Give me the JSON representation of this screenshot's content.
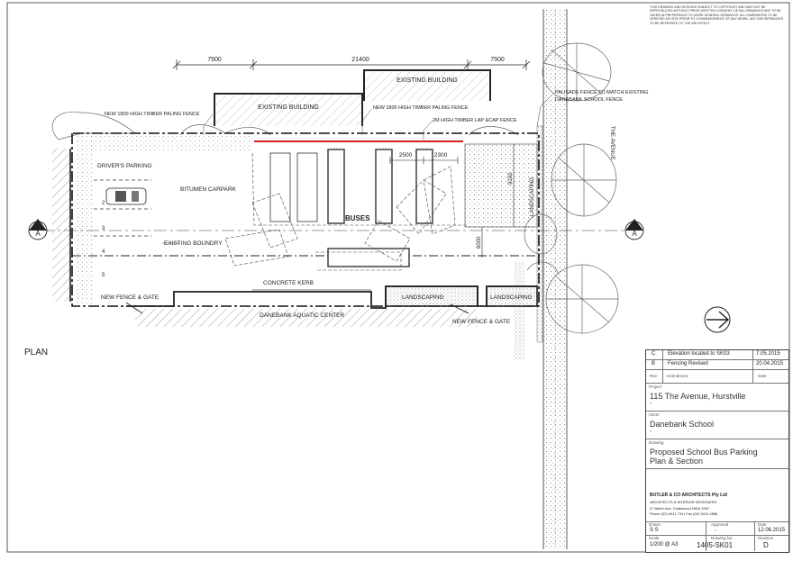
{
  "plan_label": "PLAN",
  "disclaimer": "THIS DRAWING AND DESIGNS SUBJECT TO COPYRIGHT AND MAY NOT BE REPRODUCED WITHOUT PRIOR WRITTEN CONSENT. DETAIL DRAWINGS ARE TO BE TAKEN IN PREFERENCE TO MORE GENERAL DRAWINGS. ALL DIMENSIONS TO BE VERIFIED ON SITE PRIOR TO COMMENCEMENT OF ANY WORK. ANY DISCREPANCIES TO BE REFERRED TO THE ARCHITECT.",
  "dims": {
    "d1": "7500",
    "d2": "21400",
    "d3": "7500",
    "d4": "2500",
    "d5": "2300",
    "d6": "9192",
    "d7": "6000"
  },
  "labels": {
    "existing_building_1": "EXISTING BUILDING",
    "existing_building_2": "EXISTING BUILDING",
    "fence_left": "NEW 1800 HIGH TIMBER PALING FENCE",
    "fence_mid": "NEW 1800 HIGH TIMBER PALING FENCE",
    "lap_fence": "2M HIGH TIMBER LAP &CAP FENCE",
    "palisade_1": "PALISADE FENCE TO MATCH EXISTING",
    "palisade_2": "DANEBANK SCHOOL FENCE",
    "the_avenue": "THE AVENUE",
    "drivers_parking": "DRIVER'S PARKING",
    "bitumen": "BITUMEN CARPARK",
    "buses": "BUSES",
    "landscaping_v": "LANDSCAPING",
    "existing_boundry": "EXISTING BOUNDRY",
    "concrete_kerb": "CONCRETE KERB",
    "landscaping_1": "LANDSCAPING",
    "landscaping_2": "LANDSCAPING",
    "new_fence_1": "NEW FENCE & GATE",
    "new_fence_2": "NEW FENCE & GATE",
    "aquatic": "DANEBANK AQUATIC CENTER",
    "section_a": "A",
    "bay_2": "2",
    "bay_3": "3",
    "bay_4": "4",
    "bay_5": "5"
  },
  "title_block": {
    "revisions": [
      {
        "rev": "C",
        "amendment": "Elevation located to SK03",
        "date": "7.05.2015"
      },
      {
        "rev": "B",
        "amendment": "Fencing Revised",
        "date": "20.04.2015"
      }
    ],
    "rev_header": "Rev",
    "amend_header": "Amendment",
    "date_header": "Date",
    "project_label": "Project",
    "project": "115 The Avenue, Hurstville",
    "project_dash": "-",
    "client_label": "Client",
    "client": "Danebank School",
    "client_dash": "-",
    "drawing_label": "Drawing",
    "drawing_line1": "Proposed School Bus Parking",
    "drawing_line2": "Plan & Section",
    "firm": "BUTLER & CO ARCHITECTS Pty Ltd",
    "firm_sub": "ARCHITECTS & INTERIOR DESIGNERS",
    "firm_addr": "27 Albert Ave, Chatswood NSW 2067",
    "firm_phone": "Phone (02) 9411 7311 Fax (02) 9419 2866",
    "drawn_label": "Drawn",
    "drawn": "S S",
    "approved_label": "Approved",
    "approved": "-",
    "date_label": "Date",
    "date": "12.06.2015",
    "scale_label": "Scale",
    "scale": "1/200 @ A3",
    "drawing_no_label": "Drawing No.",
    "drawing_no": "1405-SK01",
    "revision_label": "Revision",
    "revision": "D"
  }
}
